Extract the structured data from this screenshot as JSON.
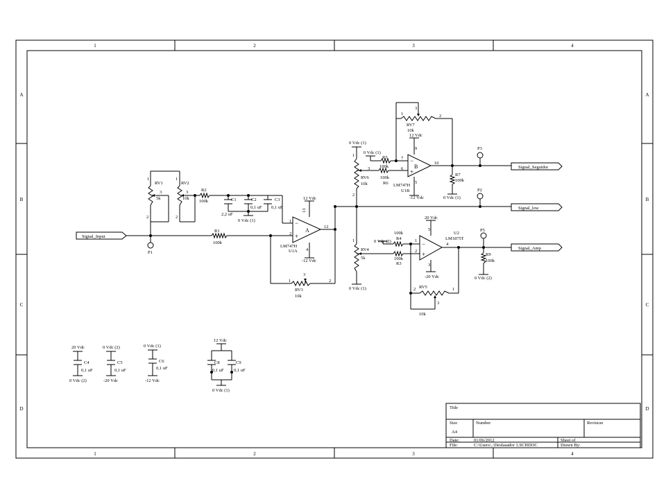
{
  "border": {
    "columns": [
      "1",
      "2",
      "3",
      "4"
    ],
    "rows": [
      "A",
      "B",
      "C",
      "D"
    ]
  },
  "ports": {
    "input": "Signal_Input",
    "seguidor": "Signal_Seguidor",
    "low": "Signal_low",
    "amp": "Signal_Amp"
  },
  "probes": {
    "p1": "P1",
    "p2": "P2",
    "p3": "P3",
    "p5": "P5"
  },
  "rails": {
    "v12": "12 Vdc",
    "vm12": "-12 Vdc",
    "v20": "20 Vdc",
    "vm20": "-20 Vdc",
    "gnd1": "0 Vdc (1)",
    "gnd2": "0 Vdc (2)"
  },
  "parts": {
    "rv1": {
      "ref": "RV1",
      "val": "5k"
    },
    "rv2": {
      "ref": "RV2",
      "val": "10k"
    },
    "rv3": {
      "ref": "RV3",
      "val": "10k"
    },
    "rv4": {
      "ref": "RV4",
      "val": "5k"
    },
    "rv5": {
      "ref": "RV5",
      "val": "10k"
    },
    "rv6": {
      "ref": "RV6",
      "val": "10k"
    },
    "rv7": {
      "ref": "RV7",
      "val": "10k"
    },
    "r1": {
      "ref": "R1",
      "val": "100k"
    },
    "r2": {
      "ref": "R2",
      "val": "100k"
    },
    "r3": {
      "ref": "R3",
      "val": "100k"
    },
    "r4": {
      "ref": "R4",
      "val": "100k"
    },
    "r5": {
      "ref": "R5",
      "val": "100k"
    },
    "r6": {
      "ref": "R6",
      "val": "100k"
    },
    "r7": {
      "ref": "R7",
      "val": "100k"
    },
    "r9": {
      "ref": "R9",
      "val": "100k"
    },
    "c1": {
      "ref": "C1",
      "val": "2,2 uF"
    },
    "c2": {
      "ref": "C2",
      "val": "0,1 uF"
    },
    "c3": {
      "ref": "C3",
      "val": "0,1 uF"
    },
    "c4": {
      "ref": "C4",
      "val": "0,1 uF"
    },
    "c5": {
      "ref": "C5",
      "val": "0,1 uF"
    },
    "c6": {
      "ref": "C6",
      "val": "0,1 uF"
    },
    "c8": {
      "ref": "C8",
      "val": "0,1 uF"
    },
    "c9": {
      "ref": "C9",
      "val": "0,1 uF"
    },
    "u1a": {
      "part": "LM747H",
      "ref": "U1A",
      "unit": "A"
    },
    "u1b": {
      "part": "LM747H",
      "ref": "U1B",
      "unit": "B"
    },
    "u2": {
      "part": "LM1875T",
      "ref": "U2"
    }
  },
  "pins": {
    "u1a": {
      "inv": "1",
      "noninv": "2",
      "vpos": "13",
      "vneg": "4",
      "out": "12"
    },
    "u1b": {
      "inv": "7",
      "noninv": "6",
      "vpos": "9",
      "vneg": "5",
      "out": "10"
    },
    "u2": {
      "inv": "1",
      "noninv": "2",
      "vpos": "5",
      "vneg": "3",
      "out": "4"
    },
    "pot": {
      "a": "1",
      "b": "2",
      "w": "3"
    }
  },
  "title_block": {
    "title_label": "Title",
    "size_label": "Size",
    "size_value": "A4",
    "number_label": "Number",
    "revision_label": "Revision",
    "date_label": "Date:",
    "date_value": "01/06/2012",
    "file_label": "File:",
    "file_value": "C:\\Users\\..\\Desfasador 1.SCHDOC",
    "sheet_label": "Sheet    of",
    "drawn_label": "Drawn By:"
  }
}
